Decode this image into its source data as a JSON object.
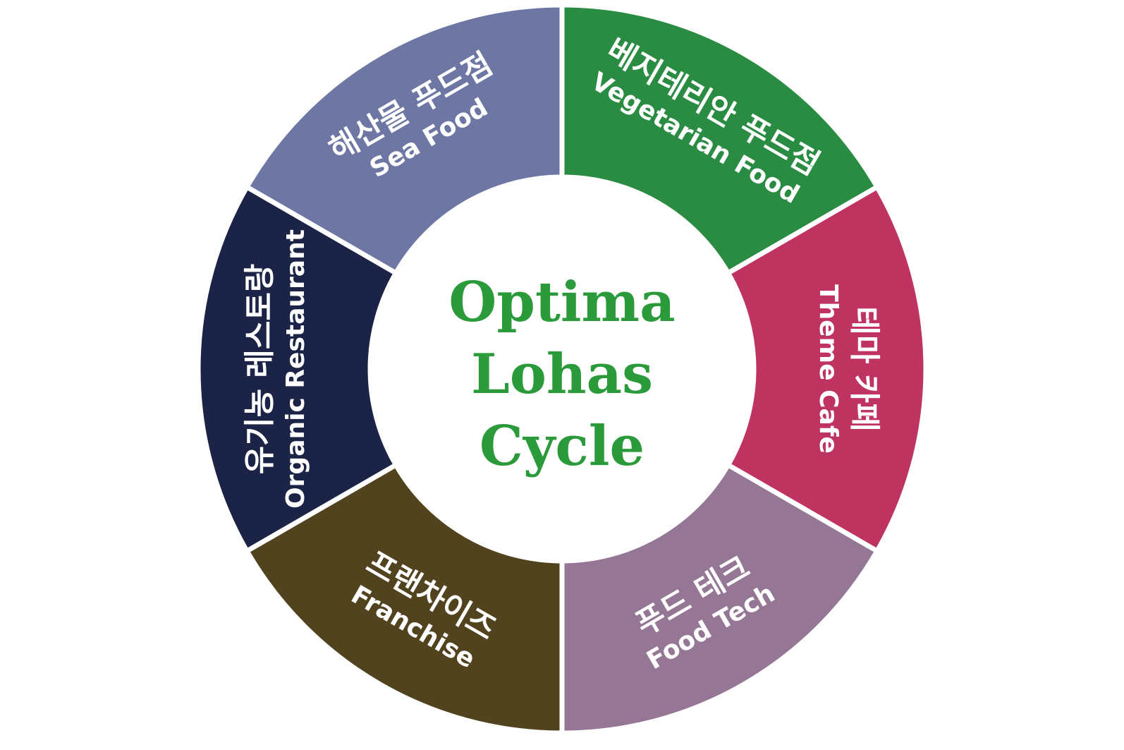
{
  "diagram": {
    "center": {
      "lines": [
        "Optima",
        "Lohas",
        "Cycle"
      ],
      "color": "#2a9a3a"
    },
    "segments": [
      {
        "id": "vegetarian",
        "ko": "베지테리안 푸드점",
        "en": "Vegetarian Food",
        "color": "#2a8c43"
      },
      {
        "id": "theme-cafe",
        "ko": "테마 카페",
        "en": "Theme Cafe",
        "color": "#bf3360"
      },
      {
        "id": "food-tech",
        "ko": "푸드 테크",
        "en": "Food Tech",
        "color": "#957795"
      },
      {
        "id": "franchise",
        "ko": "프랜차이즈",
        "en": "Franchise",
        "color": "#52431f"
      },
      {
        "id": "organic-restaurant",
        "ko": "유기농 레스토랑",
        "en": "Organic Restaurant",
        "color": "#1b2347"
      },
      {
        "id": "sea-food",
        "ko": "해산물 푸드점",
        "en": "Sea Food",
        "color": "#6e77a4"
      }
    ]
  }
}
